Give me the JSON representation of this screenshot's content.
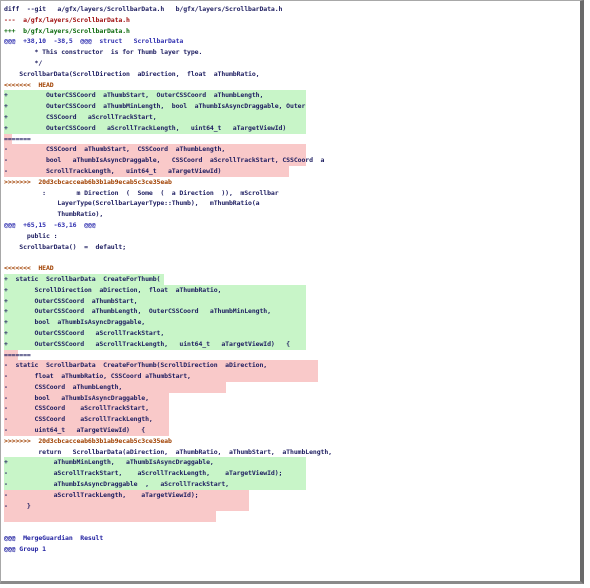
{
  "lines": [
    {
      "text": "diff  --git   a/gfx/layers/ScrollbarData.h   b/gfx/layers/ScrollbarData.h",
      "kind": "meta",
      "w": 0
    },
    {
      "text": "---  a/gfx/layers/ScrollbarData.h",
      "kind": "h-old",
      "w": 0
    },
    {
      "text": "+++  b/gfx/layers/ScrollbarData.h",
      "kind": "h-new",
      "w": 0
    },
    {
      "text": "@@@  +38,10  -38,5  @@@  struct   ScrollbarData",
      "kind": "hunk",
      "w": 0
    },
    {
      "text": "        * This constructor  is for Thumb layer type.",
      "kind": "ctx",
      "w": 0
    },
    {
      "text": "        */",
      "kind": "ctx",
      "w": 0
    },
    {
      "text": "    ScrollbarData(ScrollDirection  aDirection,  float  aThumbRatio,",
      "kind": "ctx",
      "w": 0
    },
    {
      "text": "<<<<<<<  HEAD",
      "kind": "conf",
      "w": 0
    },
    {
      "text": "+          OuterCSSCoord  aThumbStart,  OuterCSSCoord  aThumbLength,",
      "kind": "add",
      "w": 302
    },
    {
      "text": "+          OuterCSSCoord  aThumbMinLength,  bool  aThumbIsAsyncDraggable, Outer",
      "kind": "add",
      "w": 302
    },
    {
      "text": "+          CSSCoord   aScrollTrackStart,",
      "kind": "add",
      "w": 302
    },
    {
      "text": "+          OuterCSSCoord   aScrollTrackLength,   uint64_t   aTargetViewId)",
      "kind": "add",
      "w": 302
    },
    {
      "text": "=======",
      "kind": "confsep",
      "w": 8
    },
    {
      "text": "-          CSSCoord  aThumbStart,  CSSCoord  aThumbLength,",
      "kind": "del",
      "w": 302
    },
    {
      "text": "-          bool   aThumbIsAsyncDraggable,   CSSCoord  aScrollTrackStart, CSSCoord  a",
      "kind": "del",
      "w": 302
    },
    {
      "text": "-          ScrollTrackLength,   uint64_t   aTargetViewId)",
      "kind": "del",
      "w": 285
    },
    {
      "text": ">>>>>>>  20d3cbcacceab6b3b1ab9ecab5c3ce35eab",
      "kind": "conf",
      "w": 0
    },
    {
      "text": "          :        m Direction  (  Some  (  a Direction  )),  mScrollbar",
      "kind": "ctx",
      "w": 0
    },
    {
      "text": "              LayerType(ScrollbarLayerType::Thumb),   mThumbRatio(a",
      "kind": "ctx",
      "w": 0
    },
    {
      "text": "              ThumbRatio),",
      "kind": "ctx",
      "w": 0
    },
    {
      "text": "@@@  +65,15  -63,16  @@@",
      "kind": "hunk",
      "w": 0
    },
    {
      "text": "      public :",
      "kind": "ctx",
      "w": 0
    },
    {
      "text": "    ScrollbarData()  =  default;",
      "kind": "ctx",
      "w": 0
    },
    {
      "text": "",
      "kind": "ctx",
      "w": 0
    },
    {
      "text": "<<<<<<<  HEAD",
      "kind": "conf",
      "w": 0
    },
    {
      "text": "+  static  ScrollbarData  CreateForThumb(",
      "kind": "add",
      "w": 160
    },
    {
      "text": "+       ScrollDirection  aDirection,  float  aThumbRatio,",
      "kind": "add",
      "w": 302
    },
    {
      "text": "+       OuterCSSCoord  aThumbStart,",
      "kind": "add",
      "w": 302
    },
    {
      "text": "+       OuterCSSCoord  aThumbLength,  OuterCSSCoord   aThumbMinLength,",
      "kind": "add",
      "w": 302
    },
    {
      "text": "+       bool  aThumbIsAsyncDraggable,",
      "kind": "add",
      "w": 302
    },
    {
      "text": "+       OuterCSSCoord   aScrollTrackStart,",
      "kind": "add",
      "w": 302
    },
    {
      "text": "+       OuterCSSCoord   aScrollTrackLength,   uint64_t   aTargetViewId)   {",
      "kind": "add",
      "w": 302
    },
    {
      "text": "=======",
      "kind": "confsep",
      "w": 14
    },
    {
      "text": "-  static  ScrollbarData  CreateForThumb(ScrollDirection  aDirection,",
      "kind": "del",
      "w": 314
    },
    {
      "text": "-       float  aThumbRatio, CSSCoord aThumbStart,",
      "kind": "del",
      "w": 314
    },
    {
      "text": "-       CSSCoord  aThumbLength,",
      "kind": "del",
      "w": 222
    },
    {
      "text": "-       bool   aThumbIsAsyncDraggable,",
      "kind": "del",
      "w": 165
    },
    {
      "text": "-       CSSCoord    aScrollTrackStart,",
      "kind": "del",
      "w": 165
    },
    {
      "text": "-       CSSCoord    aScrollTrackLength,",
      "kind": "del",
      "w": 165
    },
    {
      "text": "-       uint64_t   aTargetViewId)   {",
      "kind": "del",
      "w": 165
    },
    {
      "text": ">>>>>>>  20d3cbcacceab6b3b1ab9ecab5c3ce35eab",
      "kind": "conf",
      "w": 0
    },
    {
      "text": "         return   ScrollbarData(aDirection,  aThumbRatio,  aThumbStart,  aThumbLength,",
      "kind": "ctx",
      "w": 0
    },
    {
      "text": "+            aThumbMinLength,   aThumbIsAsyncDraggable,",
      "kind": "add",
      "w": 302
    },
    {
      "text": "-            aScrollTrackStart,    aScrollTrackLength,    aTargetViewId);",
      "kind": "add",
      "w": 302
    },
    {
      "text": "-            aThumbIsAsyncDraggable  ,   aScrollTrackStart,",
      "kind": "add",
      "w": 302
    },
    {
      "text": "-            aScrollTrackLength,    aTargetViewId);",
      "kind": "del",
      "w": 245
    },
    {
      "text": "-     }",
      "kind": "del",
      "w": 245
    },
    {
      "text": "",
      "kind": "del",
      "w": 212
    },
    {
      "text": "",
      "kind": "ctx",
      "w": 0
    },
    {
      "text": "@@@  MergeGuardian  Result",
      "kind": "footer",
      "w": 0
    },
    {
      "text": "@@@ Group 1",
      "kind": "footer",
      "w": 0
    }
  ]
}
